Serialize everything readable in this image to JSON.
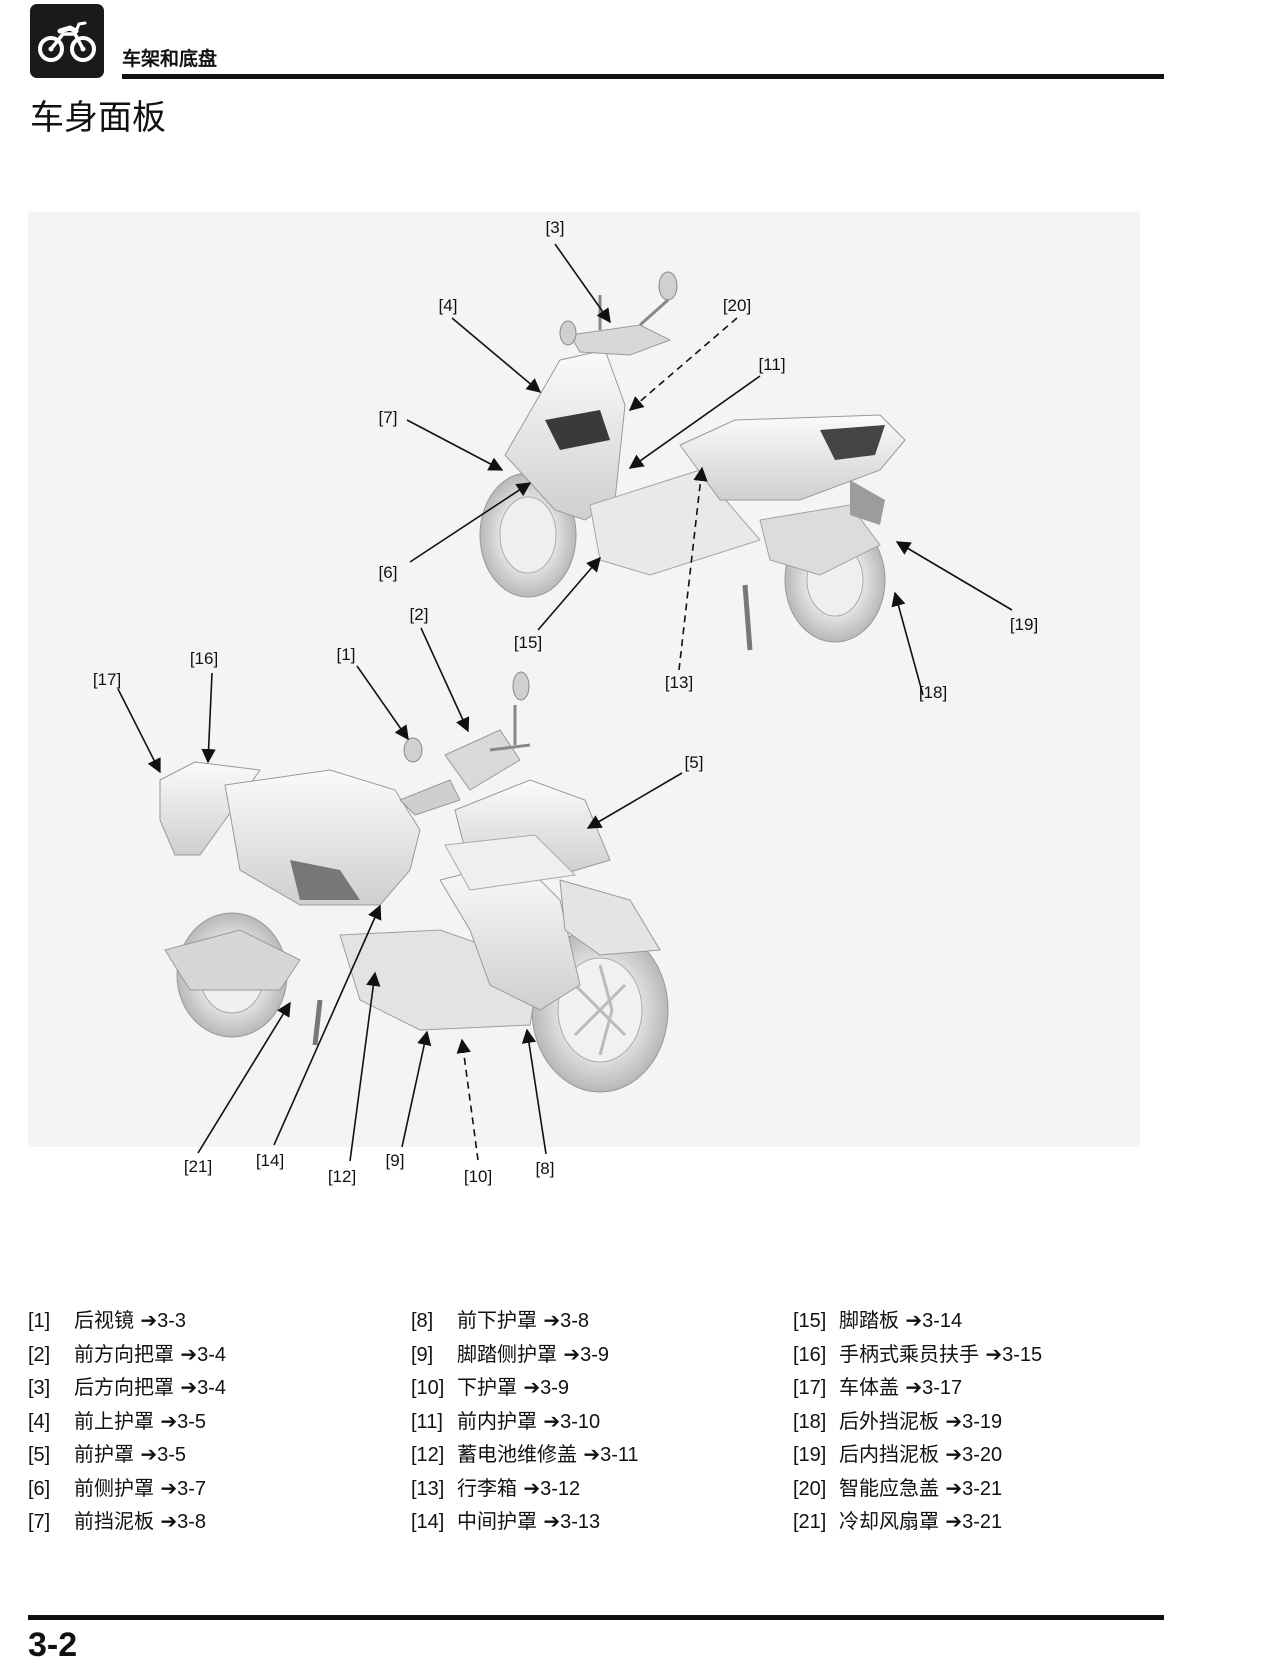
{
  "header": {
    "chapter_title": "车架和底盘",
    "page_title": "车身面板"
  },
  "callouts": {
    "c1": "[1]",
    "c2": "[2]",
    "c3": "[3]",
    "c4": "[4]",
    "c5": "[5]",
    "c6": "[6]",
    "c7": "[7]",
    "c8": "[8]",
    "c9": "[9]",
    "c10": "[10]",
    "c11": "[11]",
    "c12": "[12]",
    "c13": "[13]",
    "c14": "[14]",
    "c15": "[15]",
    "c16": "[16]",
    "c17": "[17]",
    "c18": "[18]",
    "c19": "[19]",
    "c20": "[20]",
    "c21": "[21]"
  },
  "legend": {
    "arrow_symbol": "➔",
    "columns": [
      [
        {
          "num": "[1]",
          "name": "后视镜",
          "ref": "3-3"
        },
        {
          "num": "[2]",
          "name": "前方向把罩",
          "ref": "3-4"
        },
        {
          "num": "[3]",
          "name": "后方向把罩",
          "ref": "3-4"
        },
        {
          "num": "[4]",
          "name": "前上护罩",
          "ref": "3-5"
        },
        {
          "num": "[5]",
          "name": "前护罩",
          "ref": "3-5"
        },
        {
          "num": "[6]",
          "name": "前侧护罩",
          "ref": "3-7"
        },
        {
          "num": "[7]",
          "name": "前挡泥板",
          "ref": "3-8"
        }
      ],
      [
        {
          "num": "[8]",
          "name": "前下护罩",
          "ref": "3-8"
        },
        {
          "num": "[9]",
          "name": "脚踏侧护罩",
          "ref": "3-9"
        },
        {
          "num": "[10]",
          "name": "下护罩",
          "ref": "3-9"
        },
        {
          "num": "[11]",
          "name": "前内护罩",
          "ref": "3-10"
        },
        {
          "num": "[12]",
          "name": "蓄电池维修盖",
          "ref": "3-11"
        },
        {
          "num": "[13]",
          "name": "行李箱",
          "ref": "3-12"
        },
        {
          "num": "[14]",
          "name": "中间护罩",
          "ref": "3-13"
        }
      ],
      [
        {
          "num": "[15]",
          "name": "脚踏板",
          "ref": "3-14"
        },
        {
          "num": "[16]",
          "name": "手柄式乘员扶手",
          "ref": "3-15"
        },
        {
          "num": "[17]",
          "name": "车体盖",
          "ref": "3-17"
        },
        {
          "num": "[18]",
          "name": "后外挡泥板",
          "ref": "3-19"
        },
        {
          "num": "[19]",
          "name": "后内挡泥板",
          "ref": "3-20"
        },
        {
          "num": "[20]",
          "name": "智能应急盖",
          "ref": "3-21"
        },
        {
          "num": "[21]",
          "name": "冷却风扇罩",
          "ref": "3-21"
        }
      ]
    ]
  },
  "footer": {
    "page_number": "3-2"
  }
}
